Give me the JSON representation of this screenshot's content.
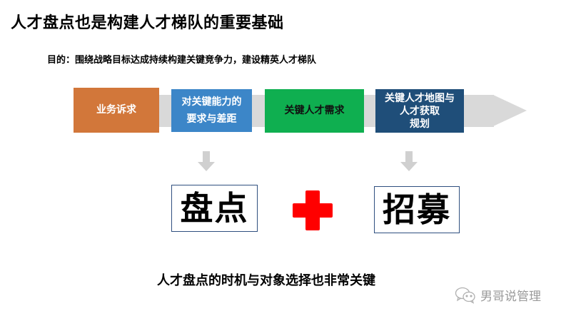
{
  "header": {
    "title": "人才盘点也是构建人才梯队的重要基础",
    "purpose": "目的：围绕战略目标达成持续构建关键竞争力，建设精英人才梯队"
  },
  "process_flow": {
    "arrow_color": "#D9D9D9",
    "steps": [
      {
        "label": "业务诉求",
        "color": "#D2773A",
        "text_color": "#FFFFFF"
      },
      {
        "label": "对关键能力的\n要求与差距",
        "color": "#3C86C8",
        "text_color": "#FFFFFF"
      },
      {
        "label": "关键人才需求",
        "color": "#0FAF50",
        "text_color": "#111111"
      },
      {
        "label": "关键人才地图与\n人才获取\n规划",
        "color": "#1F4E79",
        "text_color": "#FFFFFF"
      }
    ]
  },
  "outcomes": {
    "left": {
      "label": "盘点"
    },
    "operator": {
      "icon": "plus-icon",
      "color": "#FF0000"
    },
    "right": {
      "label": "招募"
    }
  },
  "footer": {
    "subtitle": "人才盘点的时机与对象选择也非常关键"
  },
  "watermark": {
    "icon": "wechat-icon",
    "text": "男哥说管理"
  }
}
